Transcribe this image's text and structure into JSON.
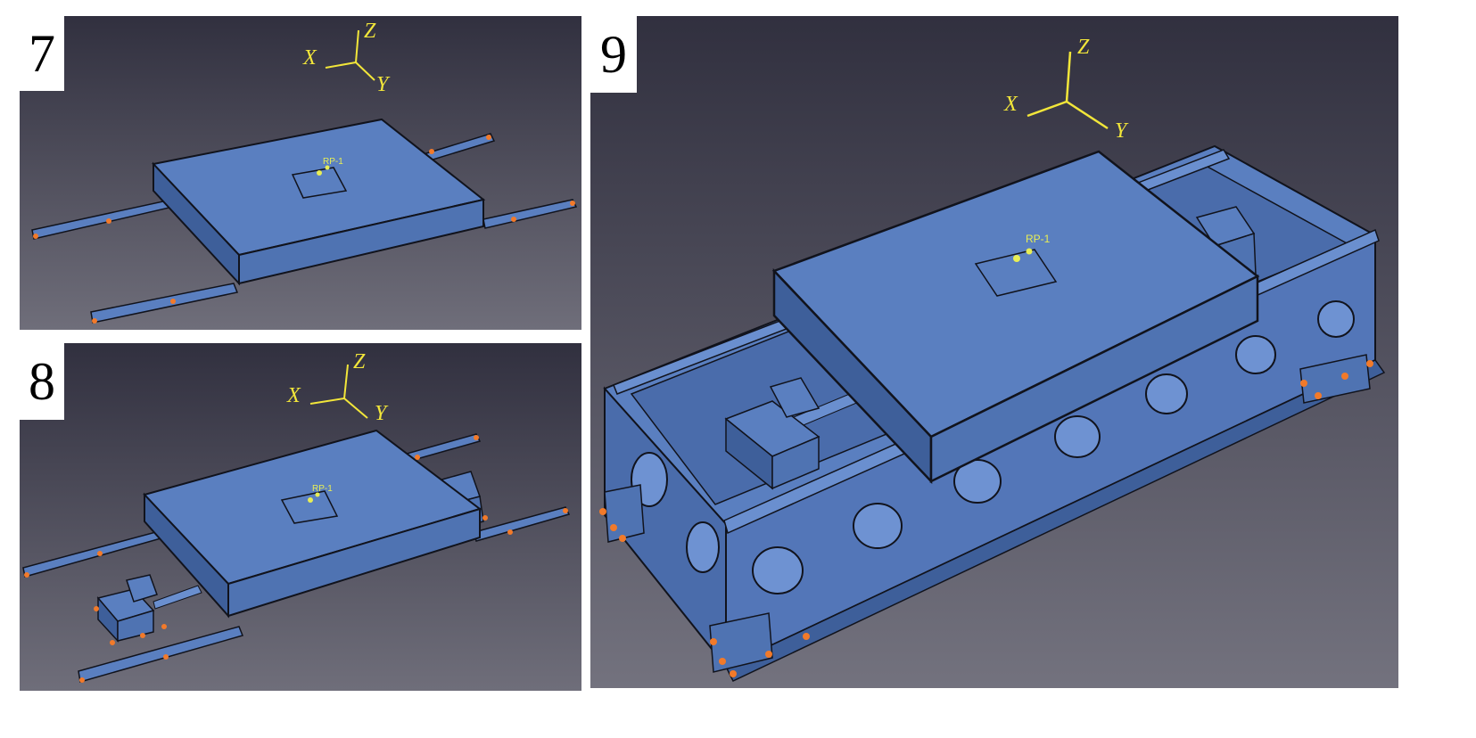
{
  "panels": [
    {
      "label": "7",
      "triad": {
        "x": "X",
        "y": "Y",
        "z": "Z"
      },
      "ref_point": "RP-1"
    },
    {
      "label": "8",
      "triad": {
        "x": "X",
        "y": "Y",
        "z": "Z"
      },
      "ref_point": "RP-1"
    },
    {
      "label": "9",
      "triad": {
        "x": "X",
        "y": "Y",
        "z": "Z"
      },
      "ref_point": "RP-1"
    }
  ],
  "colors": {
    "viewport_top": "#31303f",
    "viewport_bottom": "#6f6e7a",
    "part_face": "#5a7fc0",
    "part_dark": "#3e5f9a",
    "edge": "#11131c",
    "triad": "#f2e63a",
    "bc_marker": "#f27a2a",
    "rp_marker": "#e8ee55"
  }
}
